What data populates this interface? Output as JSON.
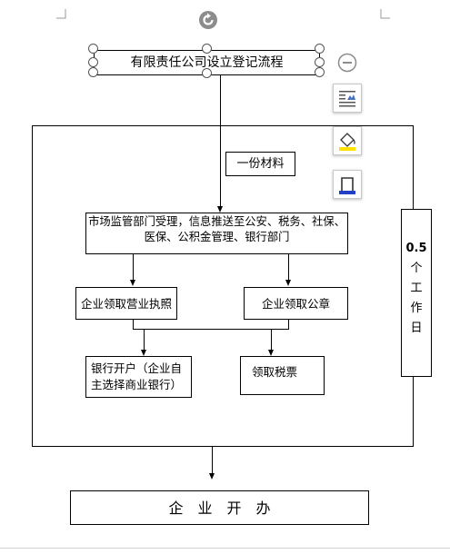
{
  "flowchart": {
    "title": "有限责任公司设立登记流程",
    "material_label": "一份材料",
    "step_accept": "市场监管部门受理，信息推送至公安、税务、社保、医保、公积金管理、银行部门",
    "step_license": "企业领取营业执照",
    "step_seal": "企业领取公章",
    "step_bank": "银行开户（企业自主选择商业银行）",
    "step_tax": "领取税票",
    "time_value": "0.5",
    "time_chars": [
      "个",
      "工",
      "作",
      "日"
    ],
    "final": "企　业　开　办"
  },
  "toolbar": {
    "collapse_icon": "minus-circle-icon",
    "layout_icon": "text-wrap-icon",
    "fill_icon": "paint-bucket-icon",
    "outline_icon": "shape-outline-icon"
  },
  "colors": {
    "accent": "#4472c4",
    "fill": "#ffe100",
    "handle": "#555555"
  }
}
